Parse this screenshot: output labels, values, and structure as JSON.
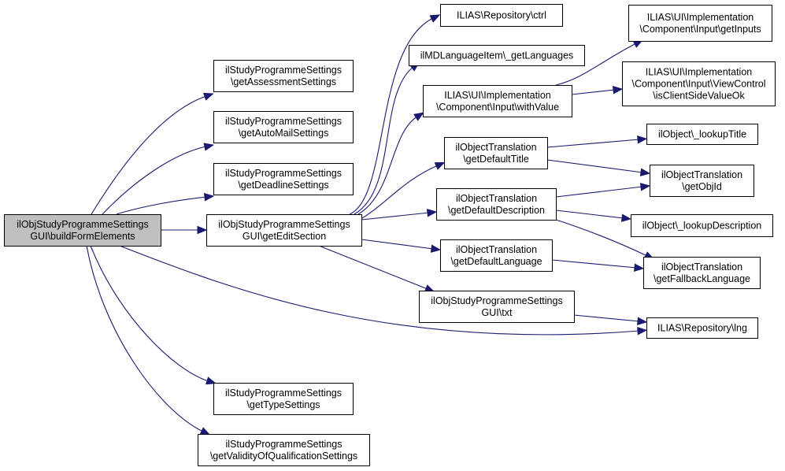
{
  "diagram": {
    "type": "call-graph",
    "edge_color": "#191970",
    "root_fill": "#bfbfbf",
    "nodes": [
      {
        "id": "root",
        "lines": [
          "ilObjStudyProgrammeSettings",
          "GUI\\buildFormElements"
        ],
        "root": true
      },
      {
        "id": "assess",
        "lines": [
          "ilStudyProgrammeSettings",
          "\\getAssessmentSettings"
        ]
      },
      {
        "id": "automail",
        "lines": [
          "ilStudyProgrammeSettings",
          "\\getAutoMailSettings"
        ]
      },
      {
        "id": "deadline",
        "lines": [
          "ilStudyProgrammeSettings",
          "\\getDeadlineSettings"
        ]
      },
      {
        "id": "edit",
        "lines": [
          "ilObjStudyProgrammeSettings",
          "GUI\\getEditSection"
        ]
      },
      {
        "id": "type",
        "lines": [
          "ilStudyProgrammeSettings",
          "\\getTypeSettings"
        ]
      },
      {
        "id": "validity",
        "lines": [
          "ilStudyProgrammeSettings",
          "\\getValidityOfQualificationSettings"
        ]
      },
      {
        "id": "ctrl",
        "lines": [
          "ILIAS\\Repository\\ctrl"
        ]
      },
      {
        "id": "langs",
        "lines": [
          "ilMDLanguageItem\\_getLanguages"
        ]
      },
      {
        "id": "withvalue",
        "lines": [
          "ILIAS\\UI\\Implementation",
          "\\Component\\Input\\withValue"
        ]
      },
      {
        "id": "deftitle",
        "lines": [
          "ilObjectTranslation",
          "\\getDefaultTitle"
        ]
      },
      {
        "id": "defdesc",
        "lines": [
          "ilObjectTranslation",
          "\\getDefaultDescription"
        ]
      },
      {
        "id": "deflang",
        "lines": [
          "ilObjectTranslation",
          "\\getDefaultLanguage"
        ]
      },
      {
        "id": "txt",
        "lines": [
          "ilObjStudyProgrammeSettings",
          "GUI\\txt"
        ]
      },
      {
        "id": "getinputs",
        "lines": [
          "ILIAS\\UI\\Implementation",
          "\\Component\\Input\\getInputs"
        ]
      },
      {
        "id": "clientside",
        "lines": [
          "ILIAS\\UI\\Implementation",
          "\\Component\\Input\\ViewControl",
          "\\isClientSideValueOk"
        ]
      },
      {
        "id": "lookuptitle",
        "lines": [
          "ilObject\\_lookupTitle"
        ]
      },
      {
        "id": "objid",
        "lines": [
          "ilObjectTranslation",
          "\\getObjId"
        ]
      },
      {
        "id": "lookupdesc",
        "lines": [
          "ilObject\\_lookupDescription"
        ]
      },
      {
        "id": "fallback",
        "lines": [
          "ilObjectTranslation",
          "\\getFallbackLanguage"
        ]
      },
      {
        "id": "lng",
        "lines": [
          "ILIAS\\Repository\\lng"
        ]
      }
    ],
    "edges": [
      {
        "from": "root",
        "to": "assess"
      },
      {
        "from": "root",
        "to": "automail"
      },
      {
        "from": "root",
        "to": "deadline"
      },
      {
        "from": "root",
        "to": "edit"
      },
      {
        "from": "root",
        "to": "lng"
      },
      {
        "from": "root",
        "to": "type"
      },
      {
        "from": "root",
        "to": "validity"
      },
      {
        "from": "edit",
        "to": "ctrl"
      },
      {
        "from": "edit",
        "to": "langs"
      },
      {
        "from": "edit",
        "to": "withvalue"
      },
      {
        "from": "edit",
        "to": "deftitle"
      },
      {
        "from": "edit",
        "to": "defdesc"
      },
      {
        "from": "edit",
        "to": "deflang"
      },
      {
        "from": "edit",
        "to": "txt"
      },
      {
        "from": "withvalue",
        "to": "getinputs"
      },
      {
        "from": "withvalue",
        "to": "clientside"
      },
      {
        "from": "deftitle",
        "to": "lookuptitle"
      },
      {
        "from": "deftitle",
        "to": "objid"
      },
      {
        "from": "defdesc",
        "to": "objid"
      },
      {
        "from": "defdesc",
        "to": "lookupdesc"
      },
      {
        "from": "defdesc",
        "to": "fallback"
      },
      {
        "from": "deflang",
        "to": "fallback"
      },
      {
        "from": "txt",
        "to": "lng"
      }
    ]
  }
}
